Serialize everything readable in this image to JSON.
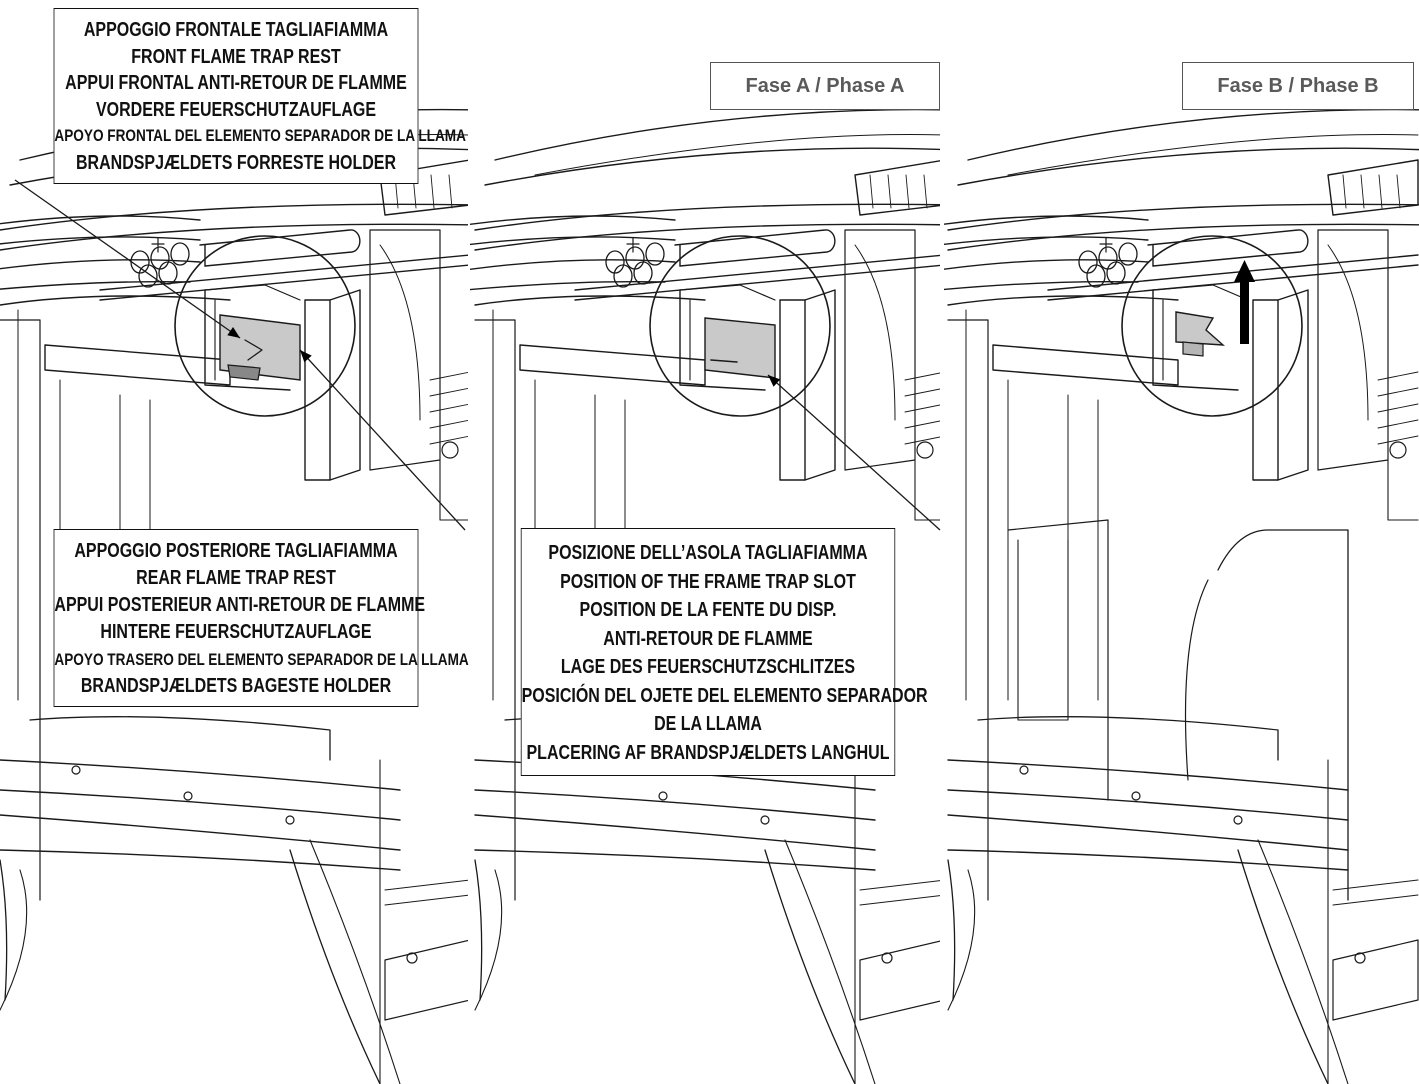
{
  "panels": [
    {
      "id": "detail",
      "callouts": [
        {
          "id": "front-rest",
          "lines": [
            "APPOGGIO FRONTALE TAGLIAFIAMMA",
            "FRONT FLAME TRAP REST",
            "APPUI FRONTAL ANTI-RETOUR DE FLAMME",
            "VORDERE FEUERSCHUTZAUFLAGE",
            "APOYO FRONTAL DEL ELEMENTO SEPARADOR DE LA LLAMA",
            "BRANDSPJÆLDETS FORRESTE HOLDER"
          ]
        },
        {
          "id": "rear-rest",
          "lines": [
            "APPOGGIO POSTERIORE TAGLIAFIAMMA",
            "REAR FLAME TRAP REST",
            "APPUI POSTERIEUR ANTI-RETOUR DE FLAMME",
            "HINTERE FEUERSCHUTZAUFLAGE",
            "APOYO TRASERO DEL ELEMENTO SEPARADOR DE LA LLAMA",
            "BRANDSPJÆLDETS BAGESTE HOLDER"
          ]
        }
      ]
    },
    {
      "id": "phase-a",
      "phase_label": "Fase A / Phase A",
      "callouts": [
        {
          "id": "slot-position",
          "lines": [
            "POSIZIONE DELL’ASOLA TAGLIAFIAMMA",
            "POSITION OF THE FRAME TRAP SLOT",
            "POSITION DE LA FENTE DU DISP.",
            "ANTI-RETOUR DE FLAMME",
            "LAGE DES FEUERSCHUTZSCHLITZES",
            "POSICIÓN DEL OJETE DEL ELEMENTO SEPARADOR",
            "DE LA LLAMA",
            "PLACERING AF BRANDSPJÆLDETS LANGHUL"
          ]
        }
      ]
    },
    {
      "id": "phase-b",
      "phase_label": "Fase B / Phase B",
      "callouts": []
    }
  ],
  "colors": {
    "line": "#1a1a1a",
    "plate_fill": "#c9c9c9",
    "phase_text": "#5a5a5a",
    "arrow": "#000000"
  }
}
